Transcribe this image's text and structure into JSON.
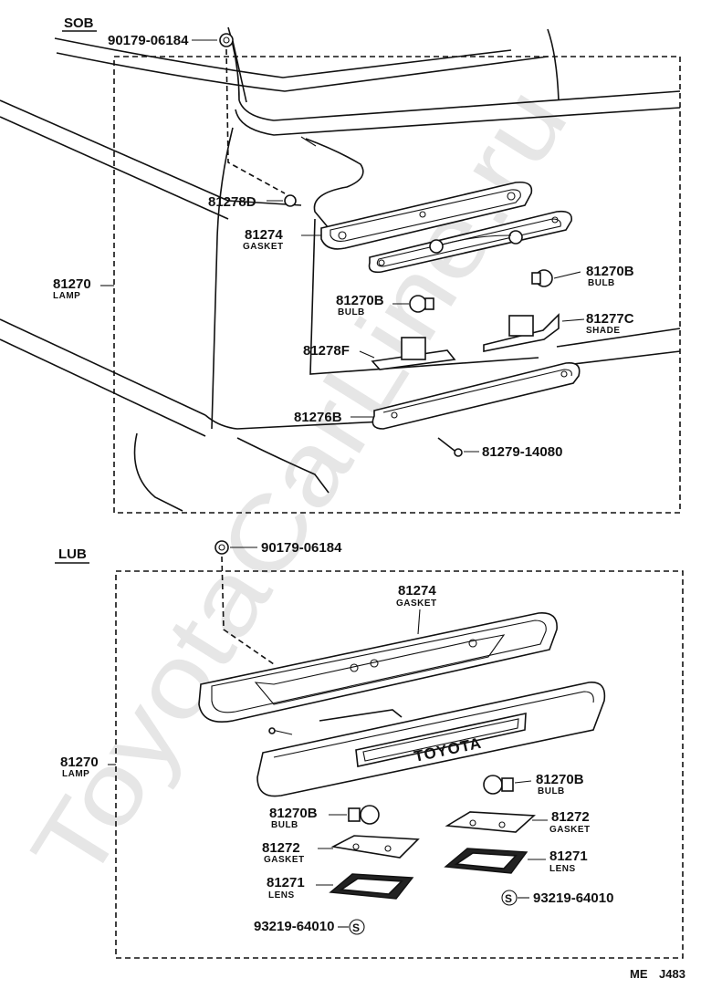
{
  "watermark": "ToyotaCarLine.ru",
  "sections": {
    "sob": "SOB",
    "lub": "LUB"
  },
  "sob": {
    "nut": "90179-06184",
    "clip": "81278D",
    "gasket_no": "81274",
    "gasket_desc": "GASKET",
    "lamp_no": "81270",
    "lamp_desc": "LAMP",
    "bulb_right_no": "81270B",
    "bulb_right_desc": "BULB",
    "bulb_left_no": "81270B",
    "bulb_left_desc": "BULB",
    "shade_no": "81277C",
    "shade_desc": "SHADE",
    "bracket_no": "81278F",
    "lens_no": "81276B",
    "screw": "81279-14080"
  },
  "lub": {
    "nut": "90179-06184",
    "gasket_no": "81274",
    "gasket_desc": "GASKET",
    "lamp_no": "81270",
    "lamp_desc": "LAMP",
    "emblem": "TOYOTA",
    "bulb_right_no": "81270B",
    "bulb_right_desc": "BULB",
    "bulb_left_no": "81270B",
    "bulb_left_desc": "BULB",
    "gasket_right_no": "81272",
    "gasket_right_desc": "GASKET",
    "gasket_left_no": "81272",
    "gasket_left_desc": "GASKET",
    "lens_right_no": "81271",
    "lens_right_desc": "LENS",
    "lens_left_no": "81271",
    "lens_left_desc": "LENS",
    "screw_right": "93219-64010",
    "screw_left": "93219-64010",
    "screw_symbol": "S"
  },
  "footer": {
    "code_left": "ME",
    "code_right": "J483"
  }
}
